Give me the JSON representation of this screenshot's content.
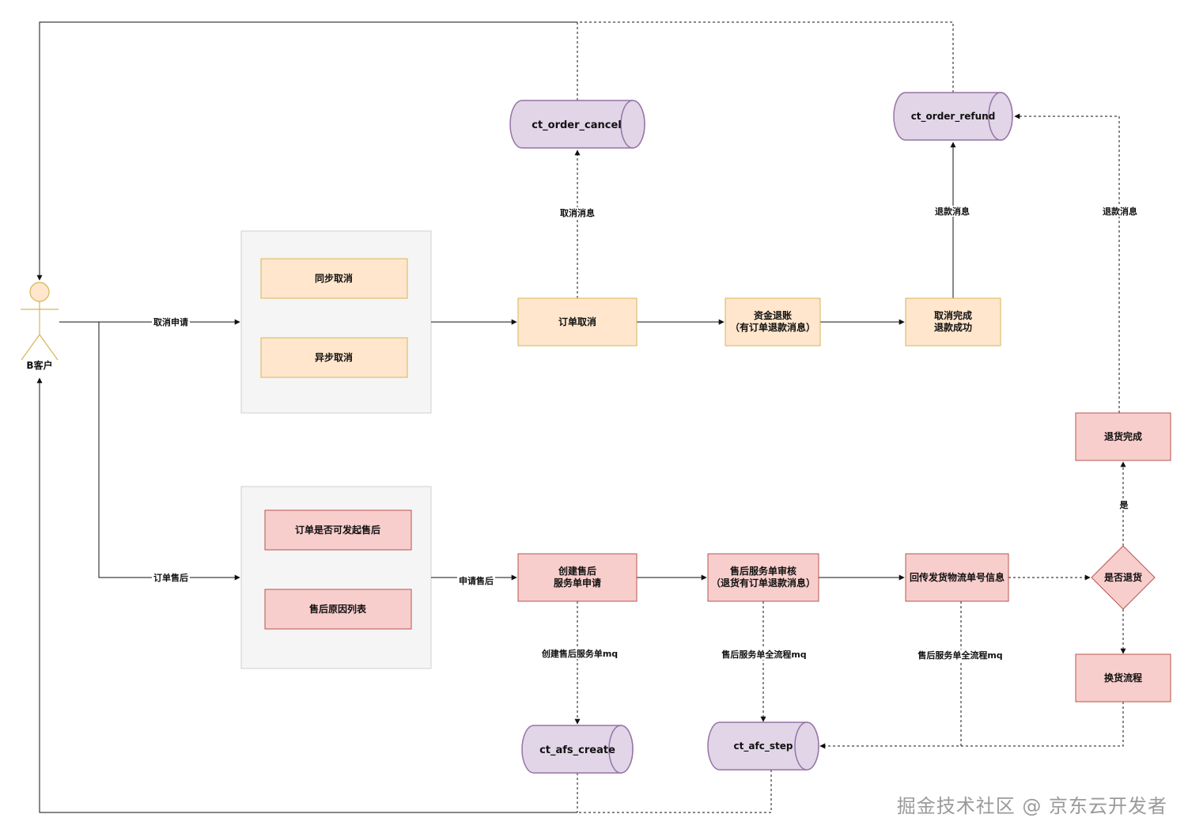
{
  "actor": {
    "label": "B客户"
  },
  "groups": {
    "cancel": {
      "items": [
        "同步取消",
        "异步取消"
      ]
    },
    "aftersale": {
      "items": [
        "订单是否可发起售后",
        "售后原因列表"
      ]
    }
  },
  "nodes": {
    "order_cancel": [
      "订单取消"
    ],
    "fund_refund": [
      "资金退账",
      "（有订单退款消息）"
    ],
    "cancel_done": [
      "取消完成",
      "退款成功"
    ],
    "create_afs": [
      "创建售后",
      "服务单申请"
    ],
    "afs_audit": [
      "售后服务单审核",
      "（退货有订单退款消息）"
    ],
    "return_logistics": [
      "回传发货物流单号信息"
    ],
    "is_return": [
      "是否退货"
    ],
    "return_done": [
      "退货完成"
    ],
    "exchange_flow": [
      "换货流程"
    ]
  },
  "queues": {
    "ct_order_cancel": "ct_order_cancel",
    "ct_order_refund": "ct_order_refund",
    "ct_afs_create": "ct_afs_create",
    "ct_afc_step": "ct_afc_step"
  },
  "edge_labels": {
    "cancel_apply": "取消申请",
    "order_aftersale": "订单售后",
    "apply_aftersale": "申请售后",
    "cancel_msg": "取消消息",
    "refund_msg_1": "退款消息",
    "refund_msg_2": "退款消息",
    "yes": "是",
    "create_afs_mq": "创建售后服务单mq",
    "afs_flow_mq_1": "售后服务单全流程mq",
    "afs_flow_mq_2": "售后服务单全流程mq"
  },
  "colors": {
    "orange_fill": "#ffe6cc",
    "orange_stroke": "#d6b656",
    "red_fill": "#f8cecc",
    "red_stroke": "#b85450",
    "purple_fill": "#e1d5e7",
    "purple_stroke": "#9673a6",
    "group_fill": "#f5f5f5",
    "group_stroke": "#d0d0d0",
    "actor_fill": "#ffe6cc",
    "actor_stroke": "#d6b656"
  },
  "watermark": "掘金技术社区 @ 京东云开发者"
}
